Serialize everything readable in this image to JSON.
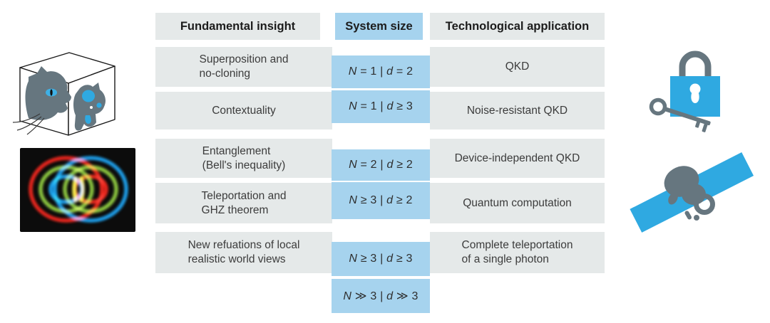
{
  "table": {
    "header": {
      "insight": "Fundamental insight",
      "system_size": "System size",
      "application": "Technological application"
    },
    "rows": [
      {
        "insight": "Superposition and\nno-cloning",
        "application": "QKD"
      },
      {
        "insight": "Contextuality",
        "application": "Noise-resistant QKD"
      },
      {
        "insight": "Entanglement\n(Bell's inequality)",
        "application": "Device-independent QKD"
      },
      {
        "insight": "Teleportation and\nGHZ theorem",
        "application": "Quantum computation"
      },
      {
        "insight": "New refuations of local\nrealistic world views",
        "application": "Complete teleportation\nof a single photon"
      }
    ],
    "system_sizes": [
      "N = 1 | d = 2",
      "N = 1 | d ≥ 3",
      "N = 2 | d ≥ 2",
      "N ≥ 3 | d ≥ 2",
      "N ≥ 3 | d ≥ 3",
      "N ≫ 3 | d ≫ 3"
    ]
  },
  "illustrations": {
    "cat_box": "schrodinger-cat-box",
    "rings": "entangled-photon-rings",
    "padlock": "padlock-with-key",
    "satellite": "satellite"
  },
  "colors": {
    "cell_gray": "#E5E9E9",
    "cell_blue": "#A6D3EE",
    "accent_blue": "#2FA9E1",
    "icon_gray": "#66767F",
    "text_dark": "#3C3C3C",
    "header_text": "#1C1C1C",
    "ring_red": "#E8251F",
    "ring_green": "#8CC63F",
    "ring_blue": "#1E9DE8",
    "ring_yellow": "#F5EC3D"
  }
}
